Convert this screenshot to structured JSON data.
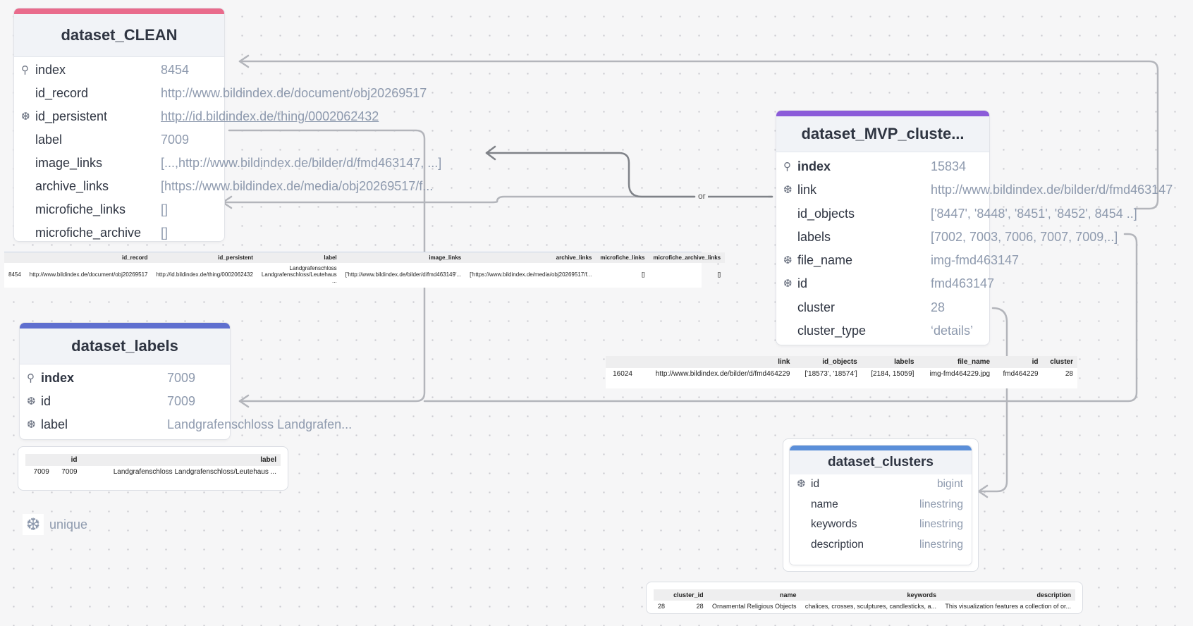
{
  "colors": {
    "clean_bar": "#e96b8c",
    "mvp_bar": "#8b5bd9",
    "labels_bar": "#5f6fcf",
    "clusters_bar": "#5b8fd9",
    "connector": "#b3b5bb"
  },
  "tables": {
    "clean": {
      "title": "dataset_CLEAN",
      "fields": [
        {
          "name": "index",
          "value": "8454",
          "icon": "key-icon",
          "icon_glyph": "⚲",
          "bold": false,
          "underline": false
        },
        {
          "name": "id_record",
          "value": "http://www.bildindex.de/document/obj20269517",
          "icon": "",
          "icon_glyph": "",
          "bold": false,
          "underline": false
        },
        {
          "name": "id_persistent",
          "value": "http://id.bildindex.de/thing/0002062432",
          "icon": "unique-icon",
          "icon_glyph": "❆",
          "bold": false,
          "underline": true
        },
        {
          "name": "label",
          "value": "7009",
          "icon": "",
          "icon_glyph": "",
          "bold": false,
          "underline": false
        },
        {
          "name": "image_links",
          "value": "[...,http://www.bildindex.de/bilder/d/fmd463147, ...]",
          "icon": "",
          "icon_glyph": "",
          "bold": false,
          "underline": false
        },
        {
          "name": "archive_links",
          "value": "[https://www.bildindex.de/media/obj20269517/f...",
          "icon": "",
          "icon_glyph": "",
          "bold": false,
          "underline": false
        },
        {
          "name": "microfiche_links",
          "value": "[]",
          "icon": "",
          "icon_glyph": "",
          "bold": false,
          "underline": false
        },
        {
          "name": "microfiche_archive",
          "value": "[]",
          "icon": "",
          "icon_glyph": "",
          "bold": false,
          "underline": false
        }
      ]
    },
    "mvp": {
      "title": "dataset_MVP_cluste...",
      "fields": [
        {
          "name": "index",
          "value": "15834",
          "icon": "key-icon",
          "icon_glyph": "⚲",
          "bold": true,
          "underline": false
        },
        {
          "name": "link",
          "value": "http://www.bildindex.de/bilder/d/fmd463147",
          "icon": "unique-icon",
          "icon_glyph": "❆",
          "bold": false,
          "underline": false
        },
        {
          "name": "id_objects",
          "value": "['8447', '8448', '8451', '8452', 8454 ..]",
          "icon": "",
          "icon_glyph": "",
          "bold": false,
          "underline": false
        },
        {
          "name": "labels",
          "value": "[7002, 7003, 7006, 7007, 7009,..]",
          "icon": "",
          "icon_glyph": "",
          "bold": false,
          "underline": false
        },
        {
          "name": "file_name",
          "value": "img-fmd463147",
          "icon": "unique-icon",
          "icon_glyph": "❆",
          "bold": false,
          "underline": false
        },
        {
          "name": "id",
          "value": "fmd463147",
          "icon": "unique-icon",
          "icon_glyph": "❆",
          "bold": false,
          "underline": false
        },
        {
          "name": "cluster",
          "value": "28",
          "icon": "",
          "icon_glyph": "",
          "bold": false,
          "underline": false
        },
        {
          "name": "cluster_type",
          "value": "‘details’",
          "icon": "",
          "icon_glyph": "",
          "bold": false,
          "underline": false
        }
      ]
    },
    "labels": {
      "title": "dataset_labels",
      "fields": [
        {
          "name": "index",
          "value": "7009",
          "icon": "key-icon",
          "icon_glyph": "⚲",
          "bold": true,
          "underline": false
        },
        {
          "name": "id",
          "value": "7009",
          "icon": "unique-icon",
          "icon_glyph": "❆",
          "bold": false,
          "underline": false
        },
        {
          "name": "label",
          "value": "Landgrafenschloss Landgrafen...",
          "icon": "unique-icon",
          "icon_glyph": "❆",
          "bold": false,
          "underline": false
        }
      ]
    },
    "clusters": {
      "title": "dataset_clusters",
      "fields": [
        {
          "name": "id",
          "value": "bigint",
          "icon": "unique-icon",
          "icon_glyph": "❆",
          "bold": false,
          "underline": false
        },
        {
          "name": "name",
          "value": "linestring",
          "icon": "",
          "icon_glyph": "",
          "bold": false,
          "underline": false
        },
        {
          "name": "keywords",
          "value": "linestring",
          "icon": "",
          "icon_glyph": "",
          "bold": false,
          "underline": false
        },
        {
          "name": "description",
          "value": "linestring",
          "icon": "",
          "icon_glyph": "",
          "bold": false,
          "underline": false
        }
      ]
    }
  },
  "previews": {
    "clean": {
      "headers": [
        "",
        "id_record",
        "id_persistent",
        "label",
        "image_links",
        "archive_links",
        "microfiche_links",
        "microfiche_archive_links"
      ],
      "row": [
        "8454",
        "http://www.bildindex.de/document/obj20269517",
        "http://id.bildindex.de/thing/0002062432",
        "Landgrafenschloss Landgrafenschloss/Leutehaus ...",
        "['http://www.bildindex.de/bilder/d/fmd463149'...",
        "['https://www.bildindex.de/media/obj20269517/f...",
        "[]",
        "[]"
      ]
    },
    "mvp": {
      "headers": [
        "",
        "link",
        "id_objects",
        "labels",
        "file_name",
        "id",
        "cluster"
      ],
      "row": [
        "16024",
        "http://www.bildindex.de/bilder/d/fmd464229",
        "['18573', '18574']",
        "[2184, 15059]",
        "img-fmd464229.jpg",
        "fmd464229",
        "28"
      ]
    },
    "labels": {
      "headers": [
        "",
        "id",
        "label"
      ],
      "row": [
        "7009",
        "7009",
        "Landgrafenschloss Landgrafenschloss/Leutehaus ..."
      ]
    },
    "clusters": {
      "headers": [
        "",
        "cluster_id",
        "name",
        "keywords",
        "description"
      ],
      "row": [
        "28",
        "28",
        "Ornamental Religious Objects",
        "chalices, crosses, sculptures, candlesticks, a...",
        "This visualization features a collection of or..."
      ]
    }
  },
  "connector_label": "or",
  "legend": {
    "icon": "unique-icon",
    "glyph": "❆",
    "text": "unique"
  }
}
